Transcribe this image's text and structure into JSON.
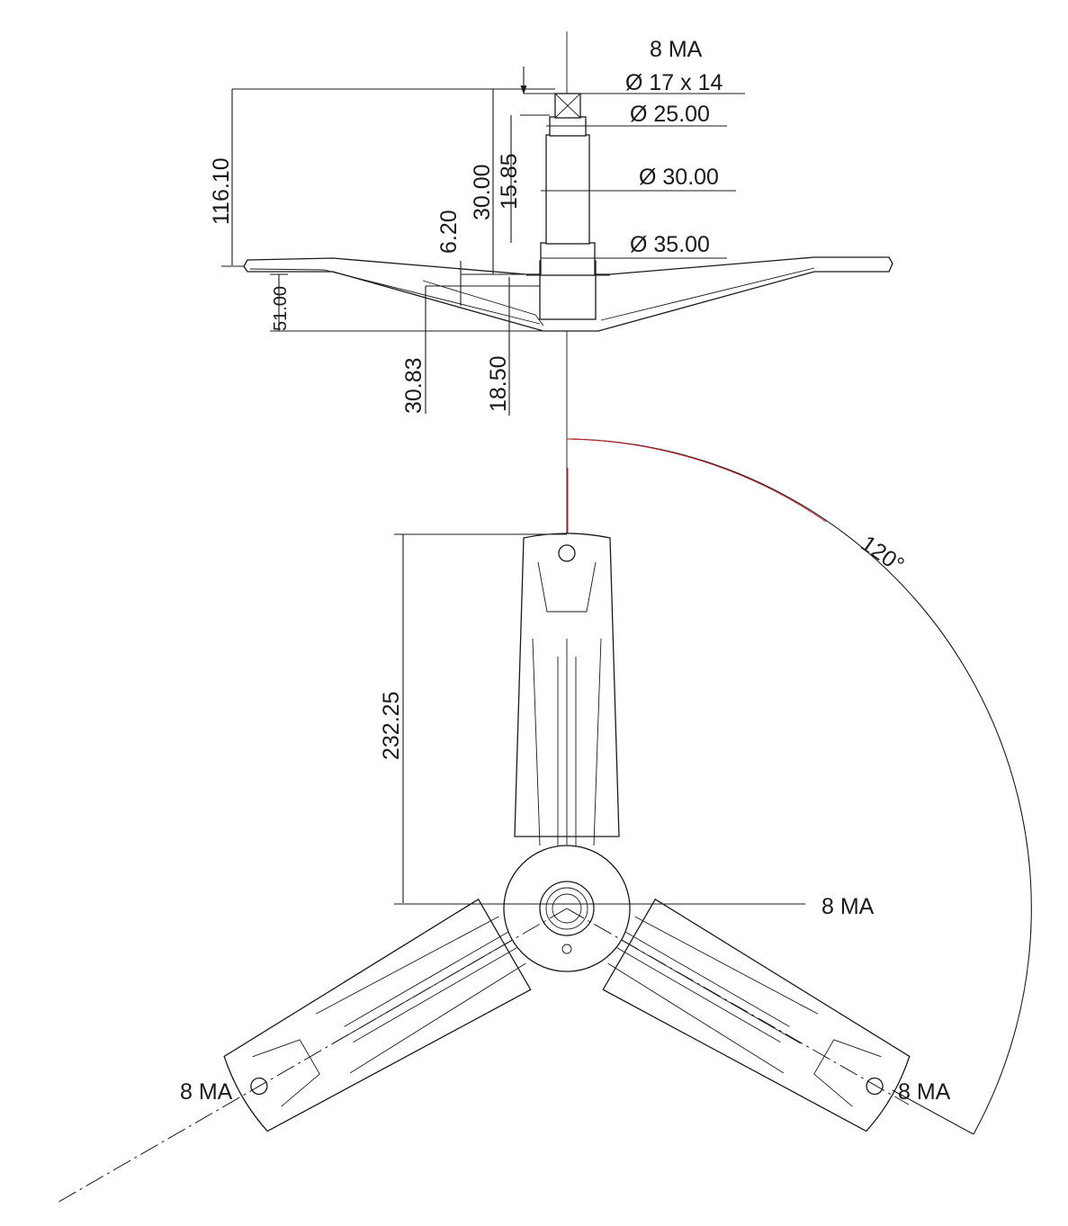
{
  "labels": {
    "thread_top": "8 MA",
    "shaft_square": "Ø 17 x 14",
    "shaft_d25": "Ø 25.00",
    "shaft_d30": "Ø 30.00",
    "shaft_d35": "Ø 35.00",
    "height_total": "116.10",
    "height_30": "30.00",
    "height_1585": "15.85",
    "height_620": "6.20",
    "height_51": "51.00",
    "height_3083": "30.83",
    "height_1850": "18.50",
    "arm_length": "232.25",
    "thread_center": "8 MA",
    "thread_left": "8 MA",
    "thread_right": "8 MA",
    "arm_angle": "120°"
  },
  "colors": {
    "line": "#1a1a1a",
    "centerline_accent": "#c8202a",
    "background": "#ffffff"
  }
}
